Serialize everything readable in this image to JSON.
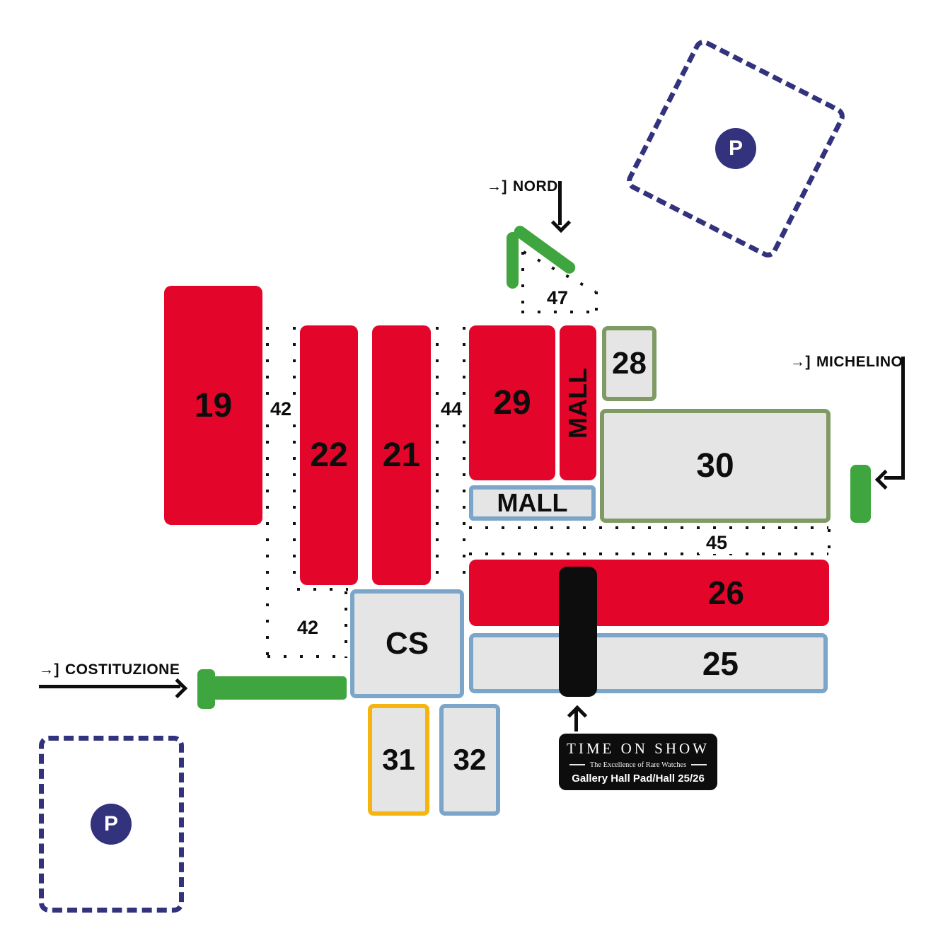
{
  "colors": {
    "hall_red": "#e4052b",
    "hall_fill": "#e5e5e5",
    "olive_border": "#7f9a63",
    "blue_border": "#7ba6c9",
    "yellow_border": "#f6b40e",
    "entrance_green": "#3fa53f",
    "parking_navy": "#32327d",
    "line_black": "#0d0d0d"
  },
  "halls": {
    "h19": "19",
    "h22": "22",
    "h21": "21",
    "h29": "29",
    "h28": "28",
    "h30": "30",
    "h26": "26",
    "h25": "25",
    "cs": "CS",
    "h31": "31",
    "h32": "32"
  },
  "malls": {
    "vertical": "MALL",
    "horizontal": "MALL"
  },
  "corridors": {
    "c42_upper": "42",
    "c42_lower": "42",
    "c44": "44",
    "c45": "45",
    "c47": "47"
  },
  "entrances": {
    "nord": {
      "icon": "→]",
      "label": "NORD"
    },
    "michelino": {
      "icon": "→]",
      "label": "MICHELINO"
    },
    "costituzione": {
      "icon": "→]",
      "label": "COSTITUZIONE"
    }
  },
  "parking": {
    "north": "P",
    "south": "P"
  },
  "callout": {
    "title": "TIME ON SHOW",
    "subtitle": "The Excellence of Rare Watches",
    "caption": "Gallery Hall Pad/Hall 25/26"
  }
}
